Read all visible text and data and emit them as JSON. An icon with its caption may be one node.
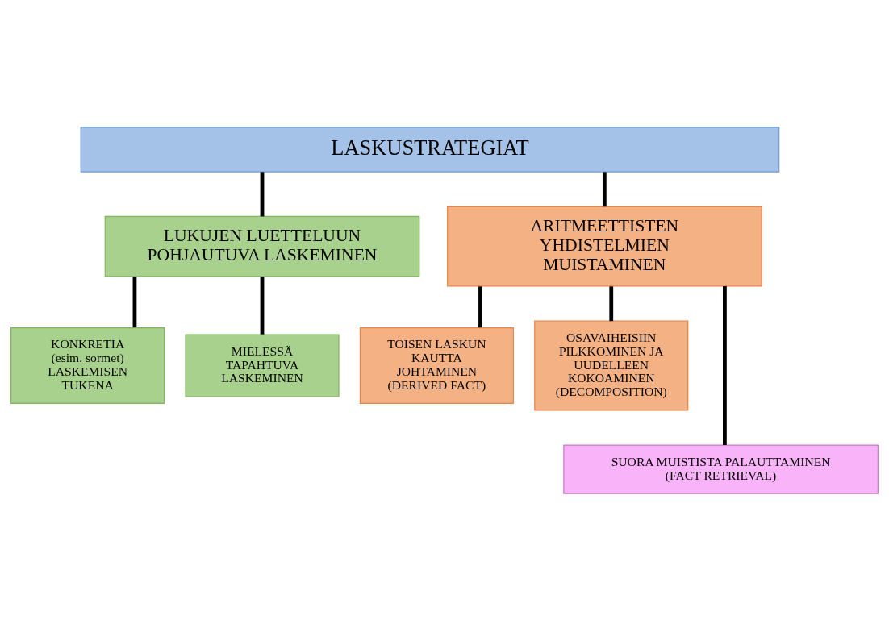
{
  "diagram": {
    "nodes": [
      {
        "text": [
          "LASKUSTRATEGIAT"
        ]
      },
      {
        "text": [
          "LUKUJEN LUETTELUUN POHJAUTUVA LASKEMINEN"
        ]
      },
      {
        "text": [
          "ARITMEETTISTEN YHDISTELMIEN MUISTAMINEN"
        ]
      },
      {
        "text": [
          "KONKRETIA (esim. sormet) LASKEMISEN TUKENA"
        ]
      },
      {
        "text": [
          "MIELESSÄ TAPAHTUVA LASKEMINEN"
        ]
      },
      {
        "text": [
          "TOISEN LASKUN KAUTTA JOHTAMINEN (DERIVED FACT)"
        ]
      },
      {
        "text": [
          "OSAVAIHEISIIN PILKKOMINEN JA UUDELLEEN KOKOAMINEN (DECOMPOSITION)"
        ]
      },
      {
        "text": [
          "SUORA MUISTISTA PALAUTTAMINEN (FACT RETRIEVAL)"
        ]
      }
    ],
    "edges": [
      {
        "from": 0,
        "to": 1,
        "arrow": "none"
      },
      {
        "from": 0,
        "to": 2,
        "arrow": "none"
      },
      {
        "from": 1,
        "to": 3,
        "arrow": "none"
      },
      {
        "from": 1,
        "to": 4,
        "arrow": "none"
      },
      {
        "from": 2,
        "to": 5,
        "arrow": "none"
      },
      {
        "from": 2,
        "to": 6,
        "arrow": "none"
      },
      {
        "from": 2,
        "to": 7,
        "arrow": "none"
      }
    ]
  }
}
